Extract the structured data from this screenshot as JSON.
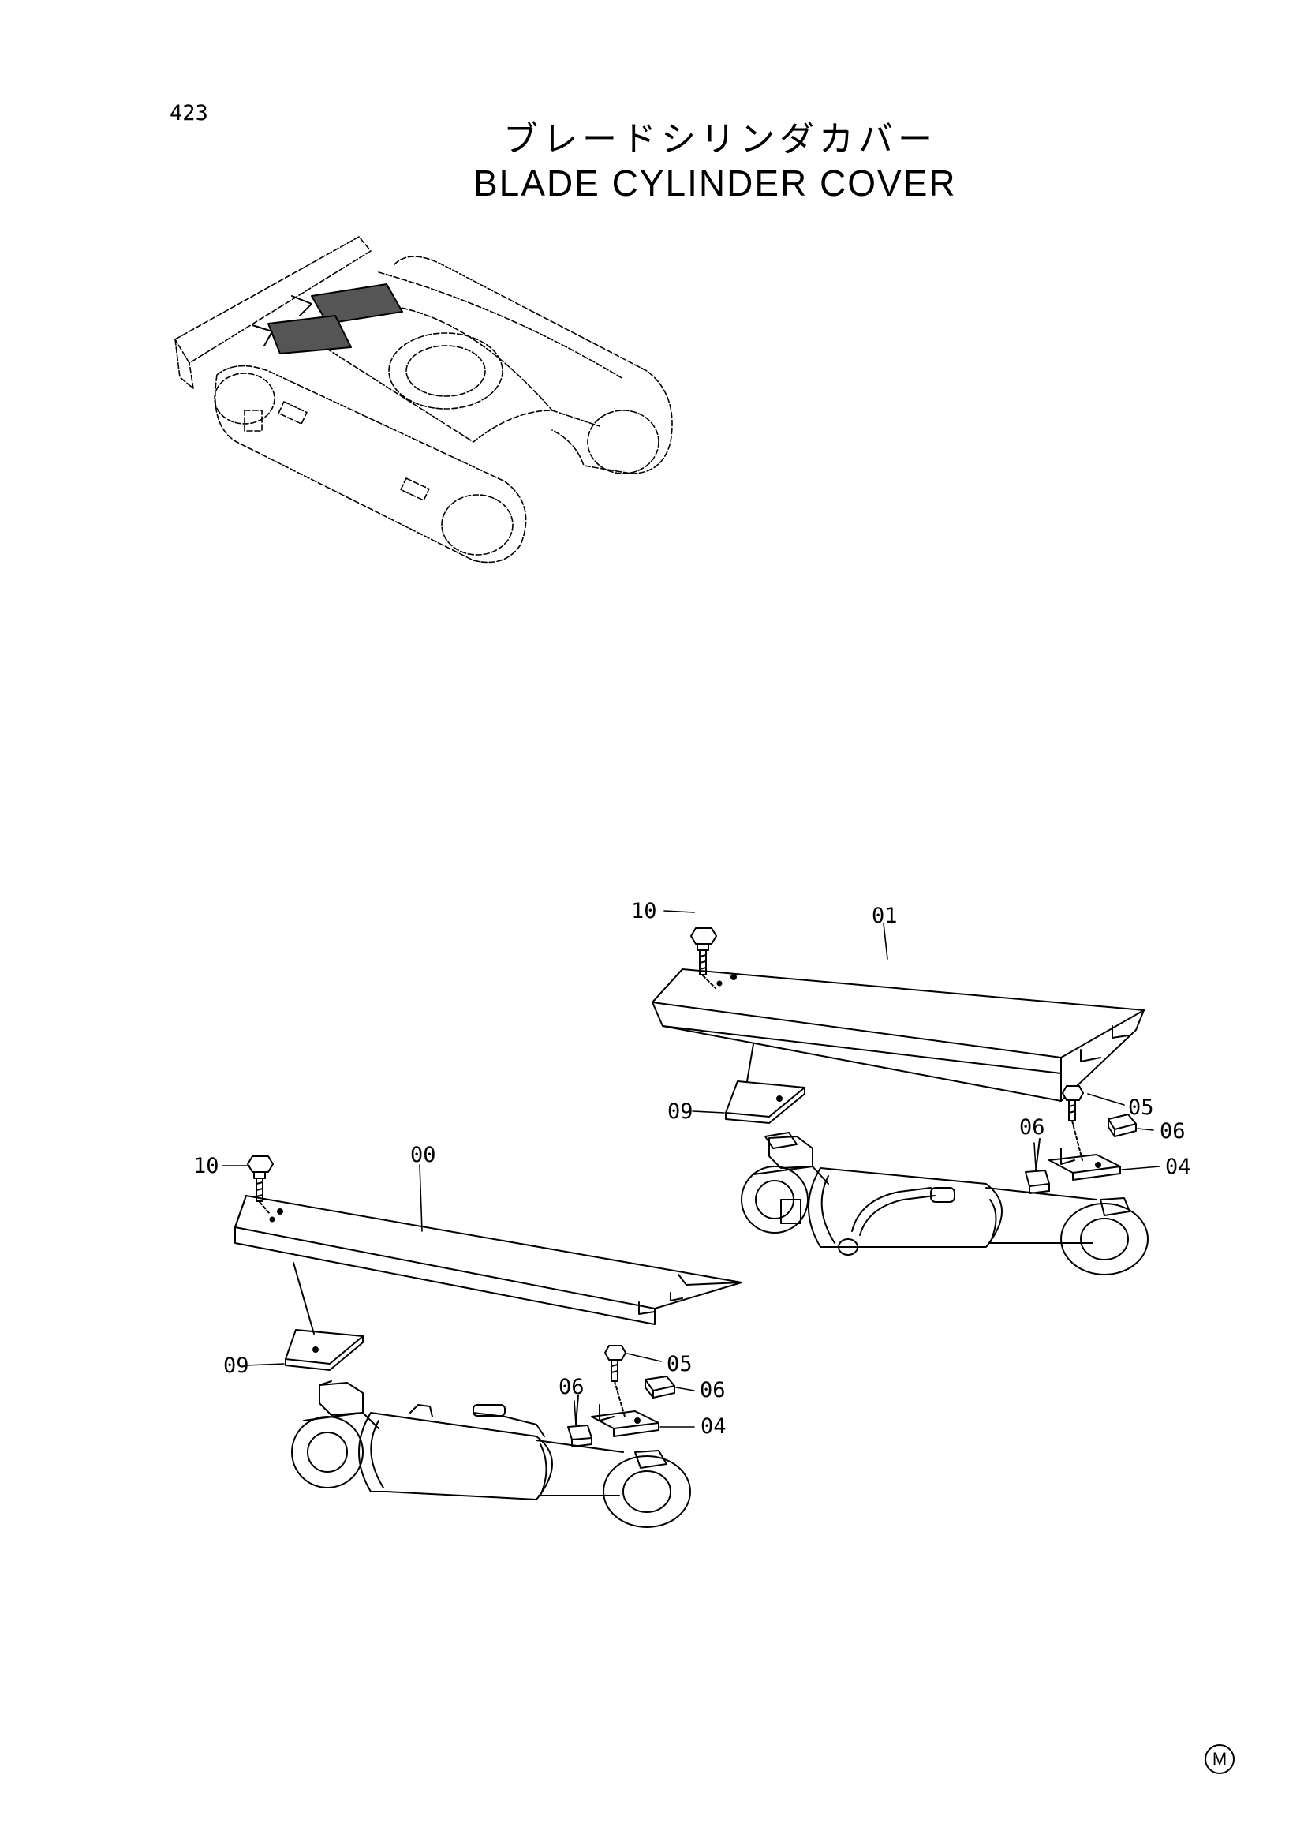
{
  "page": {
    "number": "423",
    "title_jp": "ブレードシリンダカバー",
    "title_en": "BLADE CYLINDER COVER",
    "mark": "M"
  },
  "callouts": {
    "upper": {
      "bolt": "10",
      "cover": "01",
      "plate": "09",
      "bolt_05": "05",
      "block_06_right": "06",
      "block_06_left": "06",
      "bracket_04": "04"
    },
    "lower": {
      "bolt": "10",
      "cover": "00",
      "plate": "09",
      "bolt_05": "05",
      "block_06_right": "06",
      "block_06_left": "06",
      "bracket_04": "04"
    }
  }
}
